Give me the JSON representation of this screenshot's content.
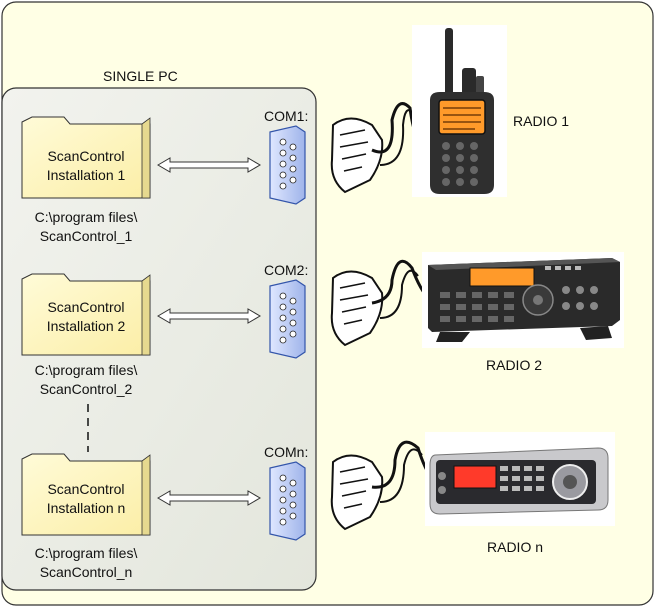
{
  "pc_label": "SINGLE PC",
  "installs": [
    {
      "name_line1": "ScanControl",
      "name_line2": "Installation 1",
      "path_line1": "C:\\program files\\",
      "path_line2": "ScanControl_1",
      "port": "COM1:",
      "radio": "RADIO 1"
    },
    {
      "name_line1": "ScanControl",
      "name_line2": "Installation 2",
      "path_line1": "C:\\program files\\",
      "path_line2": "ScanControl_2",
      "port": "COM2:",
      "radio": "RADIO 2"
    },
    {
      "name_line1": "ScanControl",
      "name_line2": "Installation n",
      "path_line1": "C:\\program files\\",
      "path_line2": "ScanControl_n",
      "port": "COMn:",
      "radio": "RADIO n"
    }
  ],
  "colors": {
    "outer_bg": "#ffffe5",
    "pc_bg": "#eef0e8",
    "folder_fill": "#fff7c4",
    "connector_blue": "#5577cc",
    "radio_dark": "#2a2a2a",
    "radio_display": "#ff9a2a"
  }
}
